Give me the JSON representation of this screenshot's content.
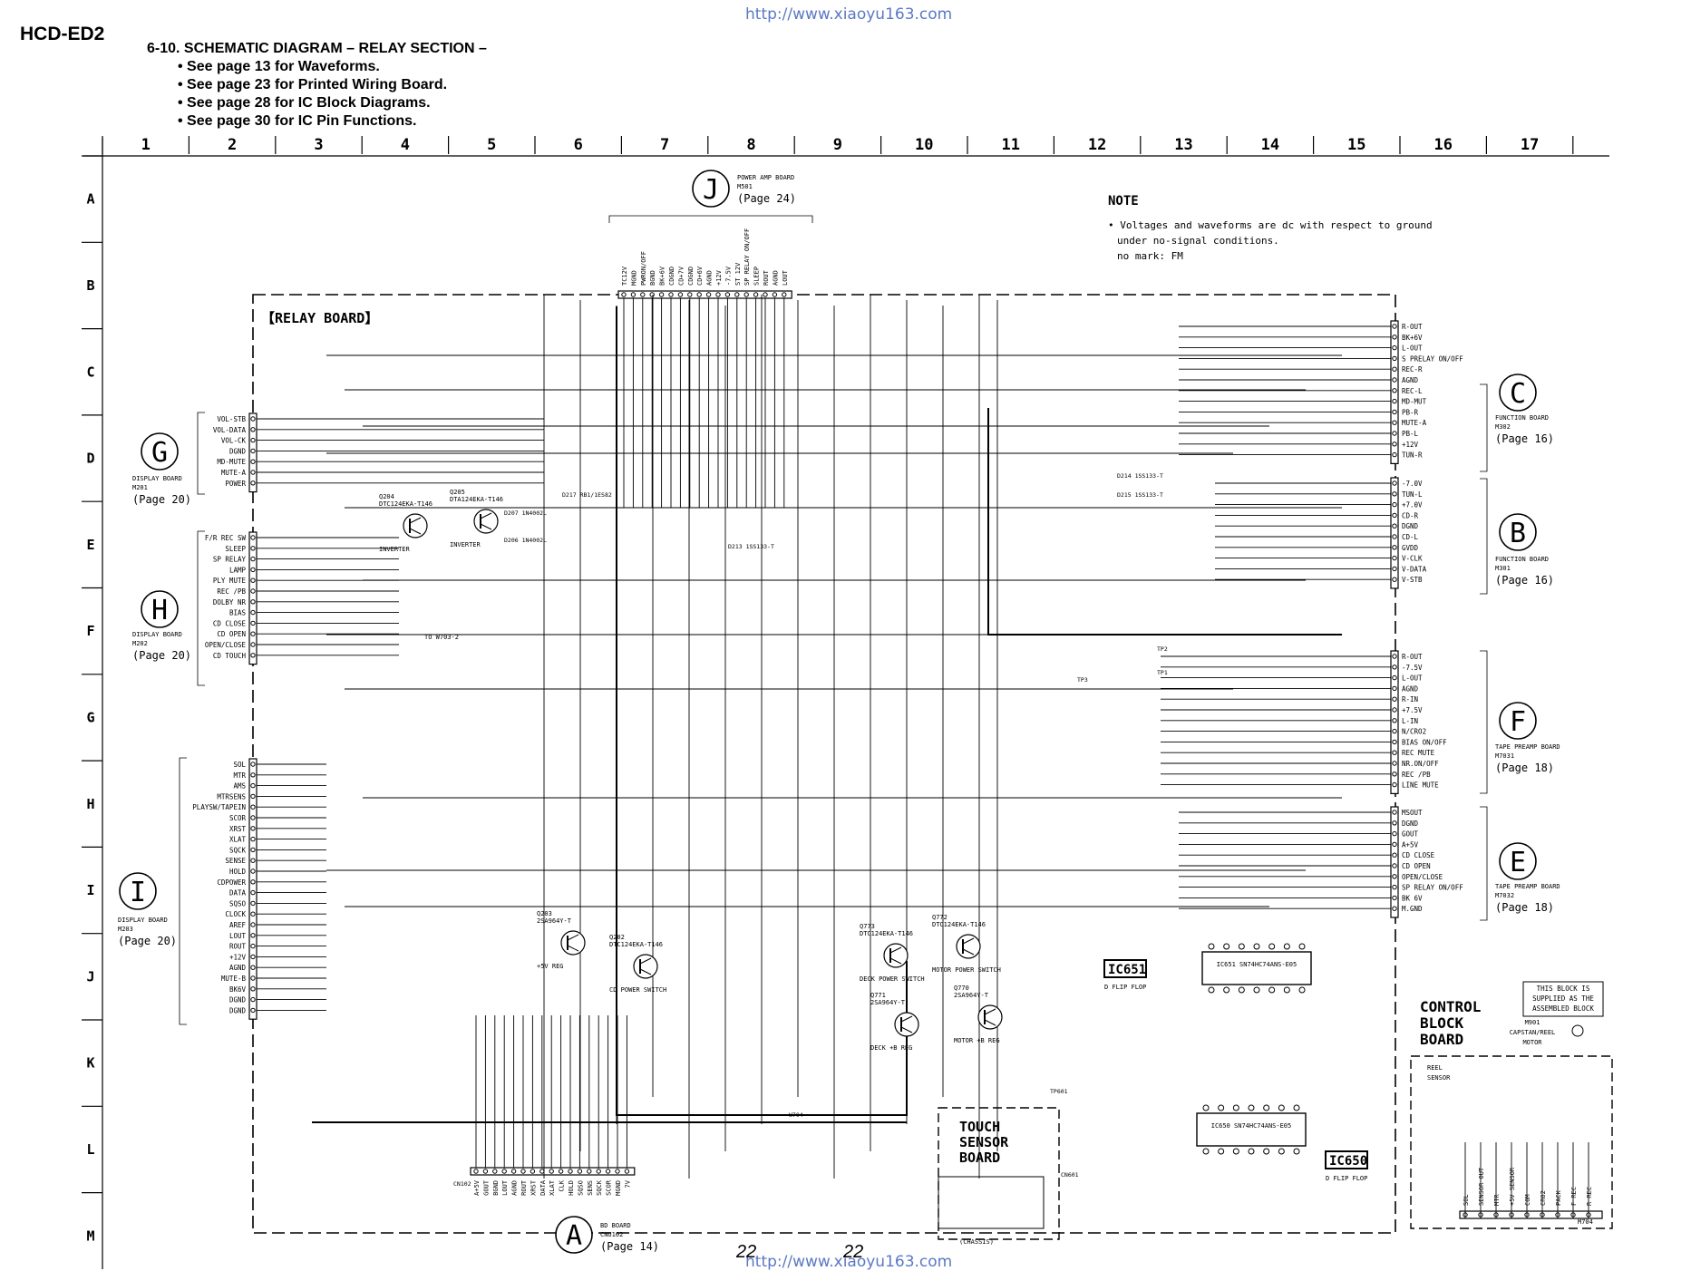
{
  "header": {
    "model": "HCD-ED2",
    "url_top": "http://www.xiaoyu163.com",
    "url_bottom": "http://www.xiaoyu163.com",
    "title": "6-10. SCHEMATIC DIAGRAM – RELAY SECTION –",
    "notes": [
      "• See page 13 for Waveforms.",
      "• See page 23 for Printed Wiring Board.",
      "• See page 28 for IC Block Diagrams.",
      "• See page 30 for IC Pin Functions."
    ]
  },
  "grid": {
    "columns": [
      "1",
      "2",
      "3",
      "4",
      "5",
      "6",
      "7",
      "8",
      "9",
      "10",
      "11",
      "12",
      "13",
      "14",
      "15",
      "16",
      "17"
    ],
    "rows": [
      "A",
      "B",
      "C",
      "D",
      "E",
      "F",
      "G",
      "H",
      "I",
      "J",
      "K",
      "L",
      "M"
    ]
  },
  "note": {
    "heading": "NOTE",
    "lines": [
      "• Voltages and waveforms are dc with respect to ground",
      "under no-signal conditions.",
      "no mark: FM"
    ]
  },
  "relay_board_label": "【RELAY BOARD】",
  "boards": {
    "J": {
      "letter": "J",
      "name": "POWER AMP BOARD",
      "conn": "M501",
      "page": "(Page 24)"
    },
    "G": {
      "letter": "G",
      "name": "DISPLAY BOARD",
      "conn": "M201",
      "page": "(Page 20)"
    },
    "H": {
      "letter": "H",
      "name": "DISPLAY BOARD",
      "conn": "M202",
      "page": "(Page 20)"
    },
    "I": {
      "letter": "I",
      "name": "DISPLAY BOARD",
      "conn": "M203",
      "page": "(Page 20)"
    },
    "C": {
      "letter": "C",
      "name": "FUNCTION BOARD",
      "conn": "M302",
      "page": "(Page 16)"
    },
    "B": {
      "letter": "B",
      "name": "FUNCTION BOARD",
      "conn": "M301",
      "page": "(Page 16)"
    },
    "F": {
      "letter": "F",
      "name": "TAPE PREAMP BOARD",
      "conn": "M7031",
      "page": "(Page 18)"
    },
    "E": {
      "letter": "E",
      "name": "TAPE PREAMP BOARD",
      "conn": "M7032",
      "page": "(Page 18)"
    },
    "A": {
      "letter": "A",
      "name": "BD BOARD",
      "conn": "CNU102",
      "page": "(Page 14)"
    }
  },
  "pins": {
    "J": [
      "TC12V",
      "MGND",
      "PWRON/OFF",
      "BGND",
      "BK+6V",
      "CDGND",
      "CD+7V",
      "CDGND",
      "CD+6V",
      "AGND",
      "+12V",
      "-7.5V",
      "ST 12V",
      "SP RELAY ON/OFF",
      "SLEEP",
      "ROUT",
      "AGND",
      "LOUT"
    ],
    "G": [
      "VOL-STB",
      "VOL-DATA",
      "VOL-CK",
      "DGND",
      "MD-MUTE",
      "MUTE-A",
      "POWER"
    ],
    "H": [
      "F/R REC SW",
      "SLEEP",
      "SP RELAY",
      "LAMP",
      "PLY MUTE",
      "REC /PB",
      "DOLBY NR",
      "BIAS",
      "CD CLOSE",
      "CD OPEN",
      "OPEN/CLOSE",
      "CD TOUCH"
    ],
    "I": [
      "SOL",
      "MTR",
      "AMS",
      "MTRSENS",
      "PLAYSW/TAPEIN",
      "SCOR",
      "XRST",
      "XLAT",
      "SQCK",
      "SENSE",
      "HOLD",
      "CDPOWER",
      "DATA",
      "SQSO",
      "CLOCK",
      "AREF",
      "LOUT",
      "ROUT",
      "+12V",
      "AGND",
      "MUTE-B",
      "BK6V",
      "DGND",
      "DGND"
    ],
    "C": [
      "R-OUT",
      "BK+6V",
      "L-OUT",
      "S PRELAY ON/OFF",
      "REC-R",
      "AGND",
      "REC-L",
      "MD-MUT",
      "PB-R",
      "MUTE-A",
      "PB-L",
      "+12V",
      "TUN-R"
    ],
    "B": [
      "-7.0V",
      "TUN-L",
      "+7.0V",
      "CD-R",
      "DGND",
      "CD-L",
      "GVDD",
      "V-CLK",
      "V-DATA",
      "V-STB"
    ],
    "F": [
      "R-OUT",
      "-7.5V",
      "L-OUT",
      "AGND",
      "R-IN",
      "+7.5V",
      "L-IN",
      "N/CRO2",
      "BIAS ON/OFF",
      "REC MUTE",
      "NR.ON/OFF",
      "REC /PB",
      "LINE MUTE"
    ],
    "E": [
      "MSOUT",
      "DGND",
      "GOUT",
      "A+5V",
      "CD CLOSE",
      "CD OPEN",
      "OPEN/CLOSE",
      "SP RELAY ON/OFF",
      "BK 6V",
      "M.GND"
    ],
    "A": [
      "A+5V",
      "GOUT",
      "BGND",
      "LOUT",
      "AGND",
      "ROUT",
      "XRST",
      "DATA",
      "XLAT",
      "CLK",
      "HOLD",
      "SQSO",
      "SENS",
      "SQCK",
      "SCOR",
      "MGND",
      "7V"
    ],
    "CTRL": [
      "SOL",
      "SENSOR OUT",
      "MTR",
      "+5V SENSOR",
      "COM",
      "CRO2",
      "PACK",
      "F REC",
      "R REC"
    ]
  },
  "ics": {
    "IC651": {
      "label": "IC651",
      "func": "D FLIP FLOP",
      "part": "IC651 SN74HC74ANS-E05"
    },
    "IC650": {
      "label": "IC650",
      "func": "D FLIP FLOP",
      "part": "IC650 SN74HC74ANS-E05"
    }
  },
  "touch_sensor": {
    "label_lines": [
      "TOUCH",
      "SENSOR",
      "BOARD"
    ],
    "chassis": "(CHASSIS)"
  },
  "control_block": {
    "label_lines": [
      "CONTROL",
      "BLOCK",
      "BOARD"
    ],
    "note_lines": [
      "THIS BLOCK IS",
      "SUPPLIED AS THE",
      "ASSEMBLED BLOCK"
    ],
    "motor_lines": [
      "M901",
      "CAPSTAN/REEL",
      "MOTOR"
    ],
    "reel_sensor_lines": [
      "REEL",
      "SENSOR"
    ],
    "conn": "M704"
  },
  "transistors": [
    {
      "ref": "Q204",
      "part": "DTC124EKA-T146",
      "func": "INVERTER"
    },
    {
      "ref": "Q205",
      "part": "DTA124EKA-T146",
      "func": "INVERTER"
    },
    {
      "ref": "Q203",
      "part": "2SA964Y-T",
      "func": "+5V REG"
    },
    {
      "ref": "Q202",
      "part": "DTC124EKA-T146",
      "func": "CD POWER SWITCH"
    },
    {
      "ref": "Q773",
      "part": "DTC124EKA-T146",
      "func": "DECK POWER SWITCH"
    },
    {
      "ref": "Q772",
      "part": "DTC124EKA-T146",
      "func": "MOTOR POWER SWITCH"
    },
    {
      "ref": "Q771",
      "part": "2SA964Y-T",
      "func": "DECK +B REG"
    },
    {
      "ref": "Q770",
      "part": "2SA964Y-T",
      "func": "MOTOR +B REG"
    }
  ],
  "labels": {
    "to_w703": "TO W703-2",
    "d207": "D207 1N4002L",
    "d206": "D206 1N4002L",
    "d217": "D217 RB1/1ES82",
    "d213": "D213 1SS133-T",
    "d214": "D214 1SS133-T",
    "d215": "D215 1SS133-T",
    "tp1": "TP1",
    "tp2": "TP2",
    "tp3": "TP3",
    "tp601": "TP601",
    "cn601": "CN601",
    "w704": "W704",
    "cn102": "CN102"
  },
  "page_numbers": [
    "22",
    "22"
  ],
  "colors": {
    "line": "#000000",
    "url": "#5a78c4",
    "watermark": "#f2c9c9"
  }
}
